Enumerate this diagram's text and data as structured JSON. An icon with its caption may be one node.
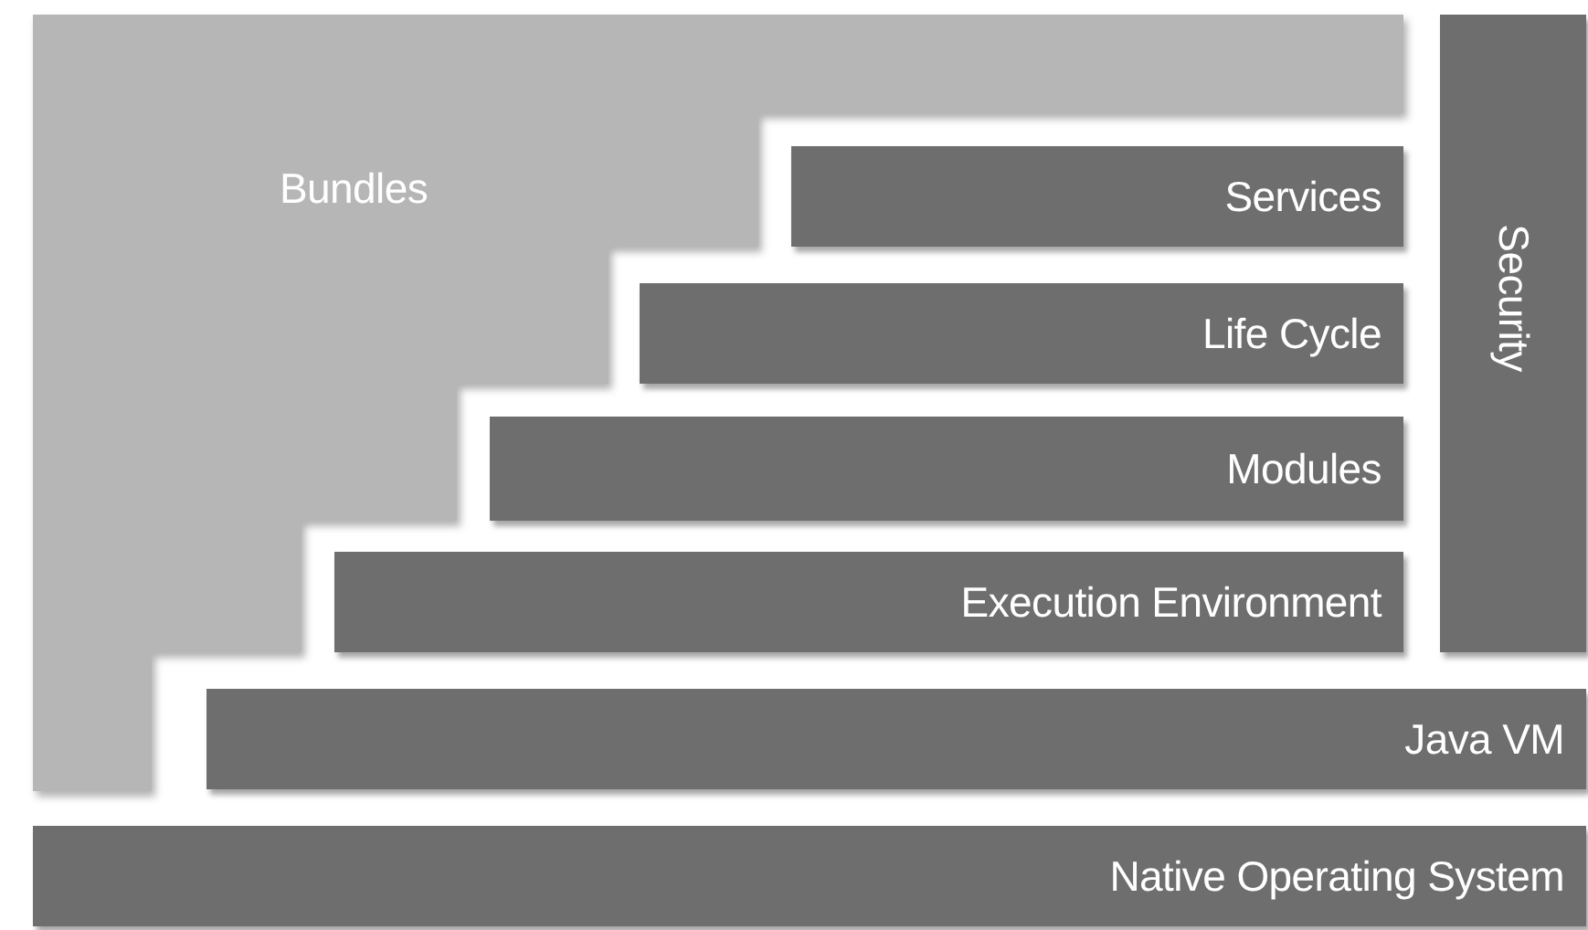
{
  "diagram": {
    "nodes": [
      {
        "text": [
          "Bundles"
        ]
      },
      {
        "text": [
          "Services"
        ]
      },
      {
        "text": [
          "Life Cycle"
        ]
      },
      {
        "text": [
          "Modules"
        ]
      },
      {
        "text": [
          "Execution Environment"
        ]
      },
      {
        "text": [
          "Java VM"
        ]
      },
      {
        "text": [
          "Native Operating System"
        ]
      },
      {
        "text": [
          "Security"
        ]
      }
    ]
  }
}
